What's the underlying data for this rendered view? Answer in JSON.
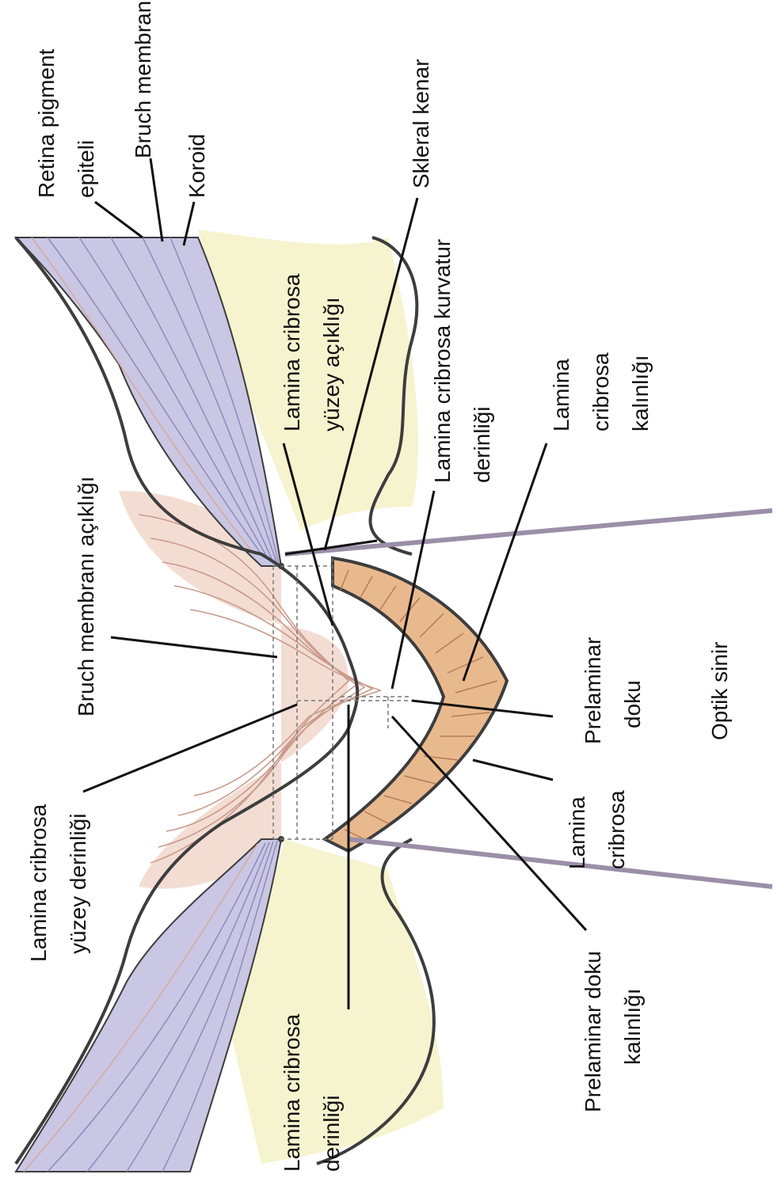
{
  "labels": {
    "retina_pigment_1": "Retina pigment",
    "retina_pigment_2": "epiteli",
    "bruch_membrani": "Bruch membranı",
    "koroid": "Koroid",
    "skleral_kenar": "Skleral kenar",
    "lc_yuzey_acikligi_1": "Lamina cribrosa",
    "lc_yuzey_acikligi_2": "yüzey açıklığı",
    "lc_kurvatur_1": "Lamina cribrosa kurvatur",
    "lc_kurvatur_2": "derinliği",
    "lc_kalinligi_1": "Lamina",
    "lc_kalinligi_2": "cribrosa",
    "lc_kalinligi_3": "kalınlığı",
    "bruch_acikligi": "Bruch membranı açıklığı",
    "prelaminar_doku_1": "Prelaminar",
    "prelaminar_doku_2": "doku",
    "optik_sinir": "Optik sinir",
    "lc_yuzey_derinligi_1": "Lamina cribrosa",
    "lc_yuzey_derinligi_2": "yüzey derinliği",
    "lamina_cribrosa_1": "Lamina",
    "lamina_cribrosa_2": "cribrosa",
    "prelaminar_kalinlik_1": "Prelaminar doku",
    "prelaminar_kalinlik_2": "kalınlığı",
    "lc_derinligi_1": "Lamina cribrosa",
    "lc_derinligi_2": "derinliği"
  },
  "colors": {
    "retina_layer": "#b9b8dc",
    "sclera_yellow": "#f6f4cf",
    "nerve_fibers": "#f3ddd3",
    "lamina": "#e9b98e",
    "outline": "#3d3d3d",
    "ink": "#111111"
  }
}
